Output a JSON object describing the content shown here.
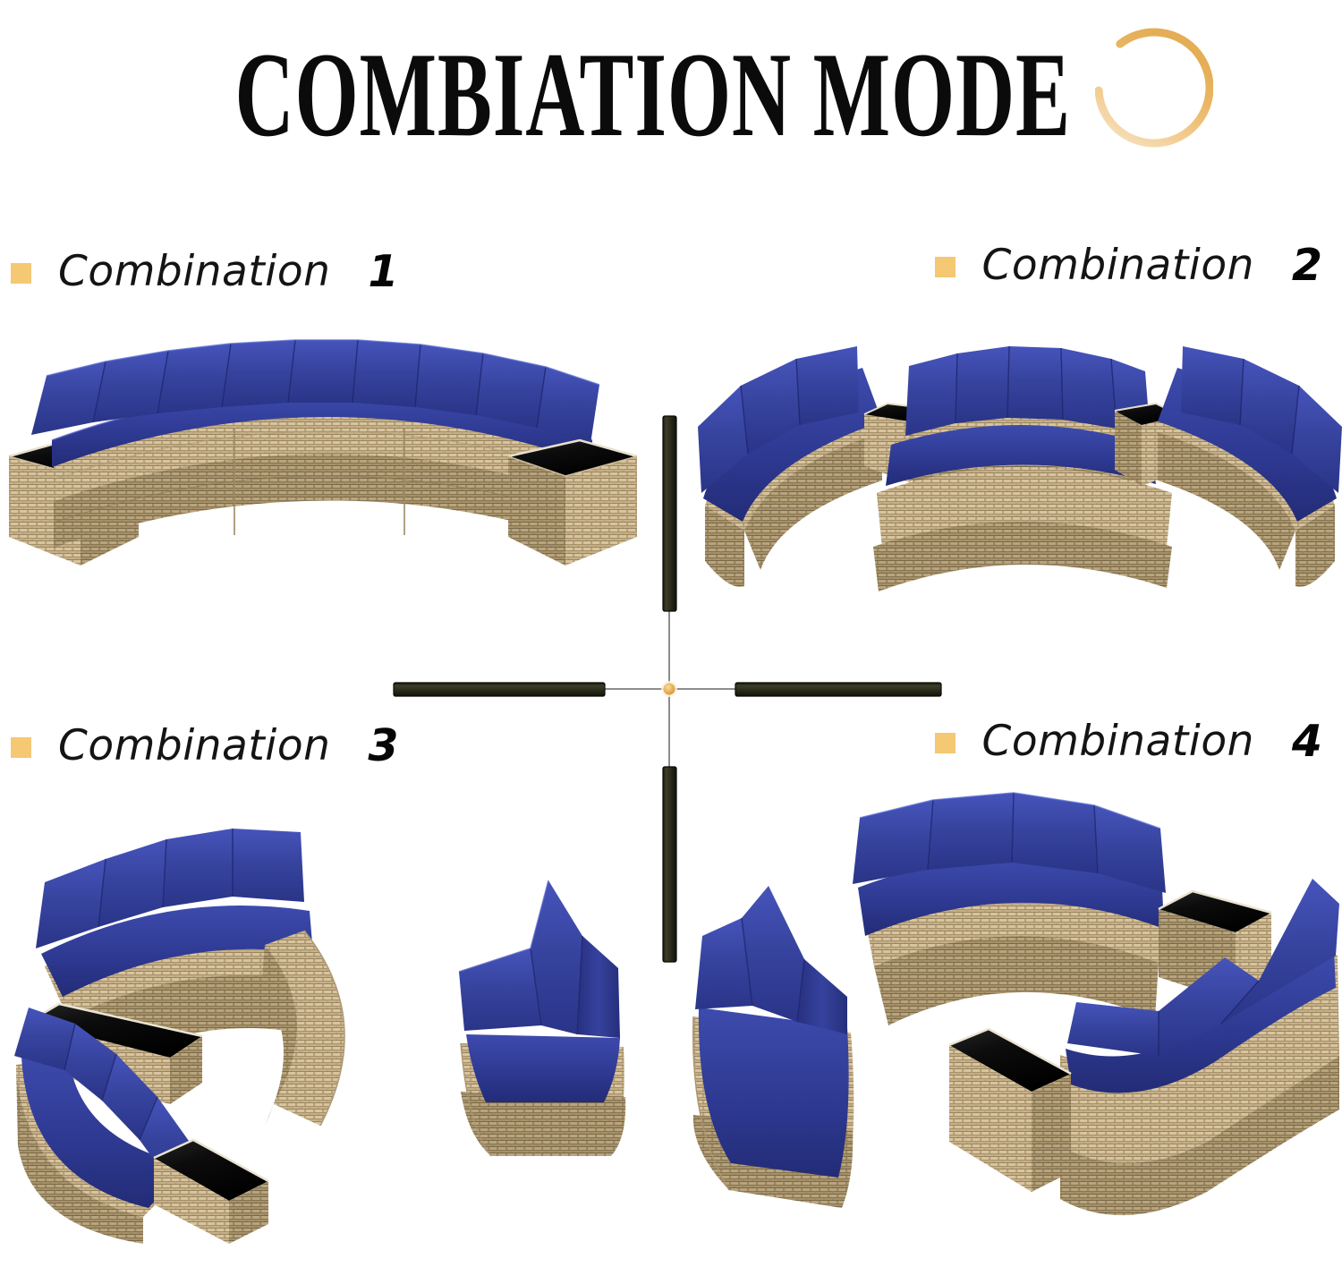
{
  "header": {
    "title": "COMBIATION MODE",
    "ring_icon": "circle-arc-decoration",
    "ring_color": "#efc07a"
  },
  "theme": {
    "bullet_color": "#f5c873",
    "divider_bar_color": "#262618",
    "divider_hinge_color": "#e0a83c",
    "divider_line_color": "#8c8c8c",
    "cushion_navy": "#2f3b9c",
    "cushion_navy_light": "#4251b5",
    "cushion_navy_dark": "#222c7e",
    "wicker_tan": "#c7b089",
    "wicker_tan_light": "#ddcba8",
    "wicker_tan_dark": "#9e8a64",
    "glass_black": "#0b0b0b",
    "background": "#ffffff"
  },
  "quadrants": [
    {
      "id": 1,
      "label_text": "Combination",
      "label_number": "1",
      "bullet": "orange-square-bullet",
      "art_name": "curved-sectional-wide-arc",
      "description": "Wide shallow arc sofa with black glass end tables at both ends",
      "modules": {
        "curved_sofa_segments": 3,
        "corner_glass_tables": 2,
        "back_cushions": 9,
        "seat_cushions": 6
      }
    },
    {
      "id": 2,
      "label_text": "Combination",
      "label_number": "2",
      "bullet": "orange-square-bullet",
      "art_name": "horseshoe-sectional",
      "description": "Deep horseshoe / C-shape with two black glass tables between segments",
      "modules": {
        "curved_sofa_segments": 3,
        "corner_glass_tables": 2,
        "back_cushions": 9,
        "seat_cushions": 6
      }
    },
    {
      "id": 3,
      "label_text": "Combination",
      "label_number": "3",
      "bullet": "orange-square-bullet",
      "art_name": "spiral-c-sectional",
      "description": "Near-circular C arrangement viewed at an angle with two black glass tables",
      "modules": {
        "curved_sofa_segments": 4,
        "corner_glass_tables": 2,
        "back_cushions": 7,
        "seat_cushions": 5
      }
    },
    {
      "id": 4,
      "label_text": "Combination",
      "label_number": "4",
      "bullet": "orange-square-bullet",
      "art_name": "separated-modules",
      "description": "Three-seat curved sofa with glass table plus two separated curved loveseat modules",
      "modules": {
        "curved_sofa_segments": 3,
        "corner_glass_tables": 2,
        "back_cushions": 6,
        "seat_cushions": 5
      }
    }
  ],
  "center_piece": {
    "art_name": "single-curved-wedge-chair",
    "description": "Single curved wedge armless chair module shown in the centre of the layout"
  },
  "divider": {
    "name": "quadrant-cross-divider",
    "hinge_icon": "center-pivot-dot",
    "bars": [
      {
        "orientation": "vertical",
        "position": "top"
      },
      {
        "orientation": "vertical",
        "position": "bottom"
      },
      {
        "orientation": "horizontal",
        "position": "left"
      },
      {
        "orientation": "horizontal",
        "position": "right"
      }
    ]
  }
}
